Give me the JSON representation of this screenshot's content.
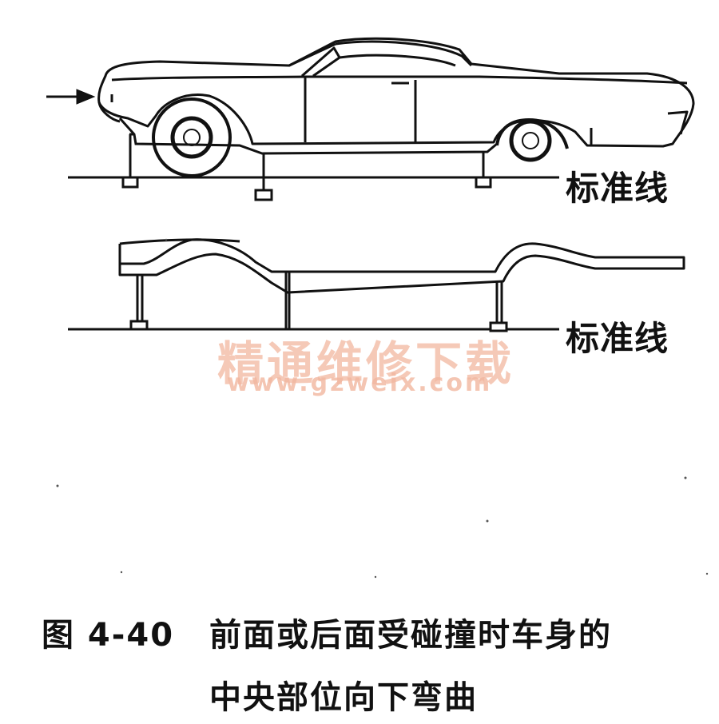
{
  "labels": {
    "reference_line_top": "标准线",
    "reference_line_bottom": "标准线"
  },
  "watermark": {
    "site_name": "精通维修下载",
    "url": "www.gzweix.com",
    "color": "#f2b7a0"
  },
  "caption": {
    "number": "图 4-40",
    "line1": "前面或后面受碰撞时车身的",
    "line2": "中央部位向下弯曲"
  },
  "icons": [
    "impact-arrow-icon",
    "car-body-icon",
    "frame-icon",
    "support-stand-icon"
  ]
}
